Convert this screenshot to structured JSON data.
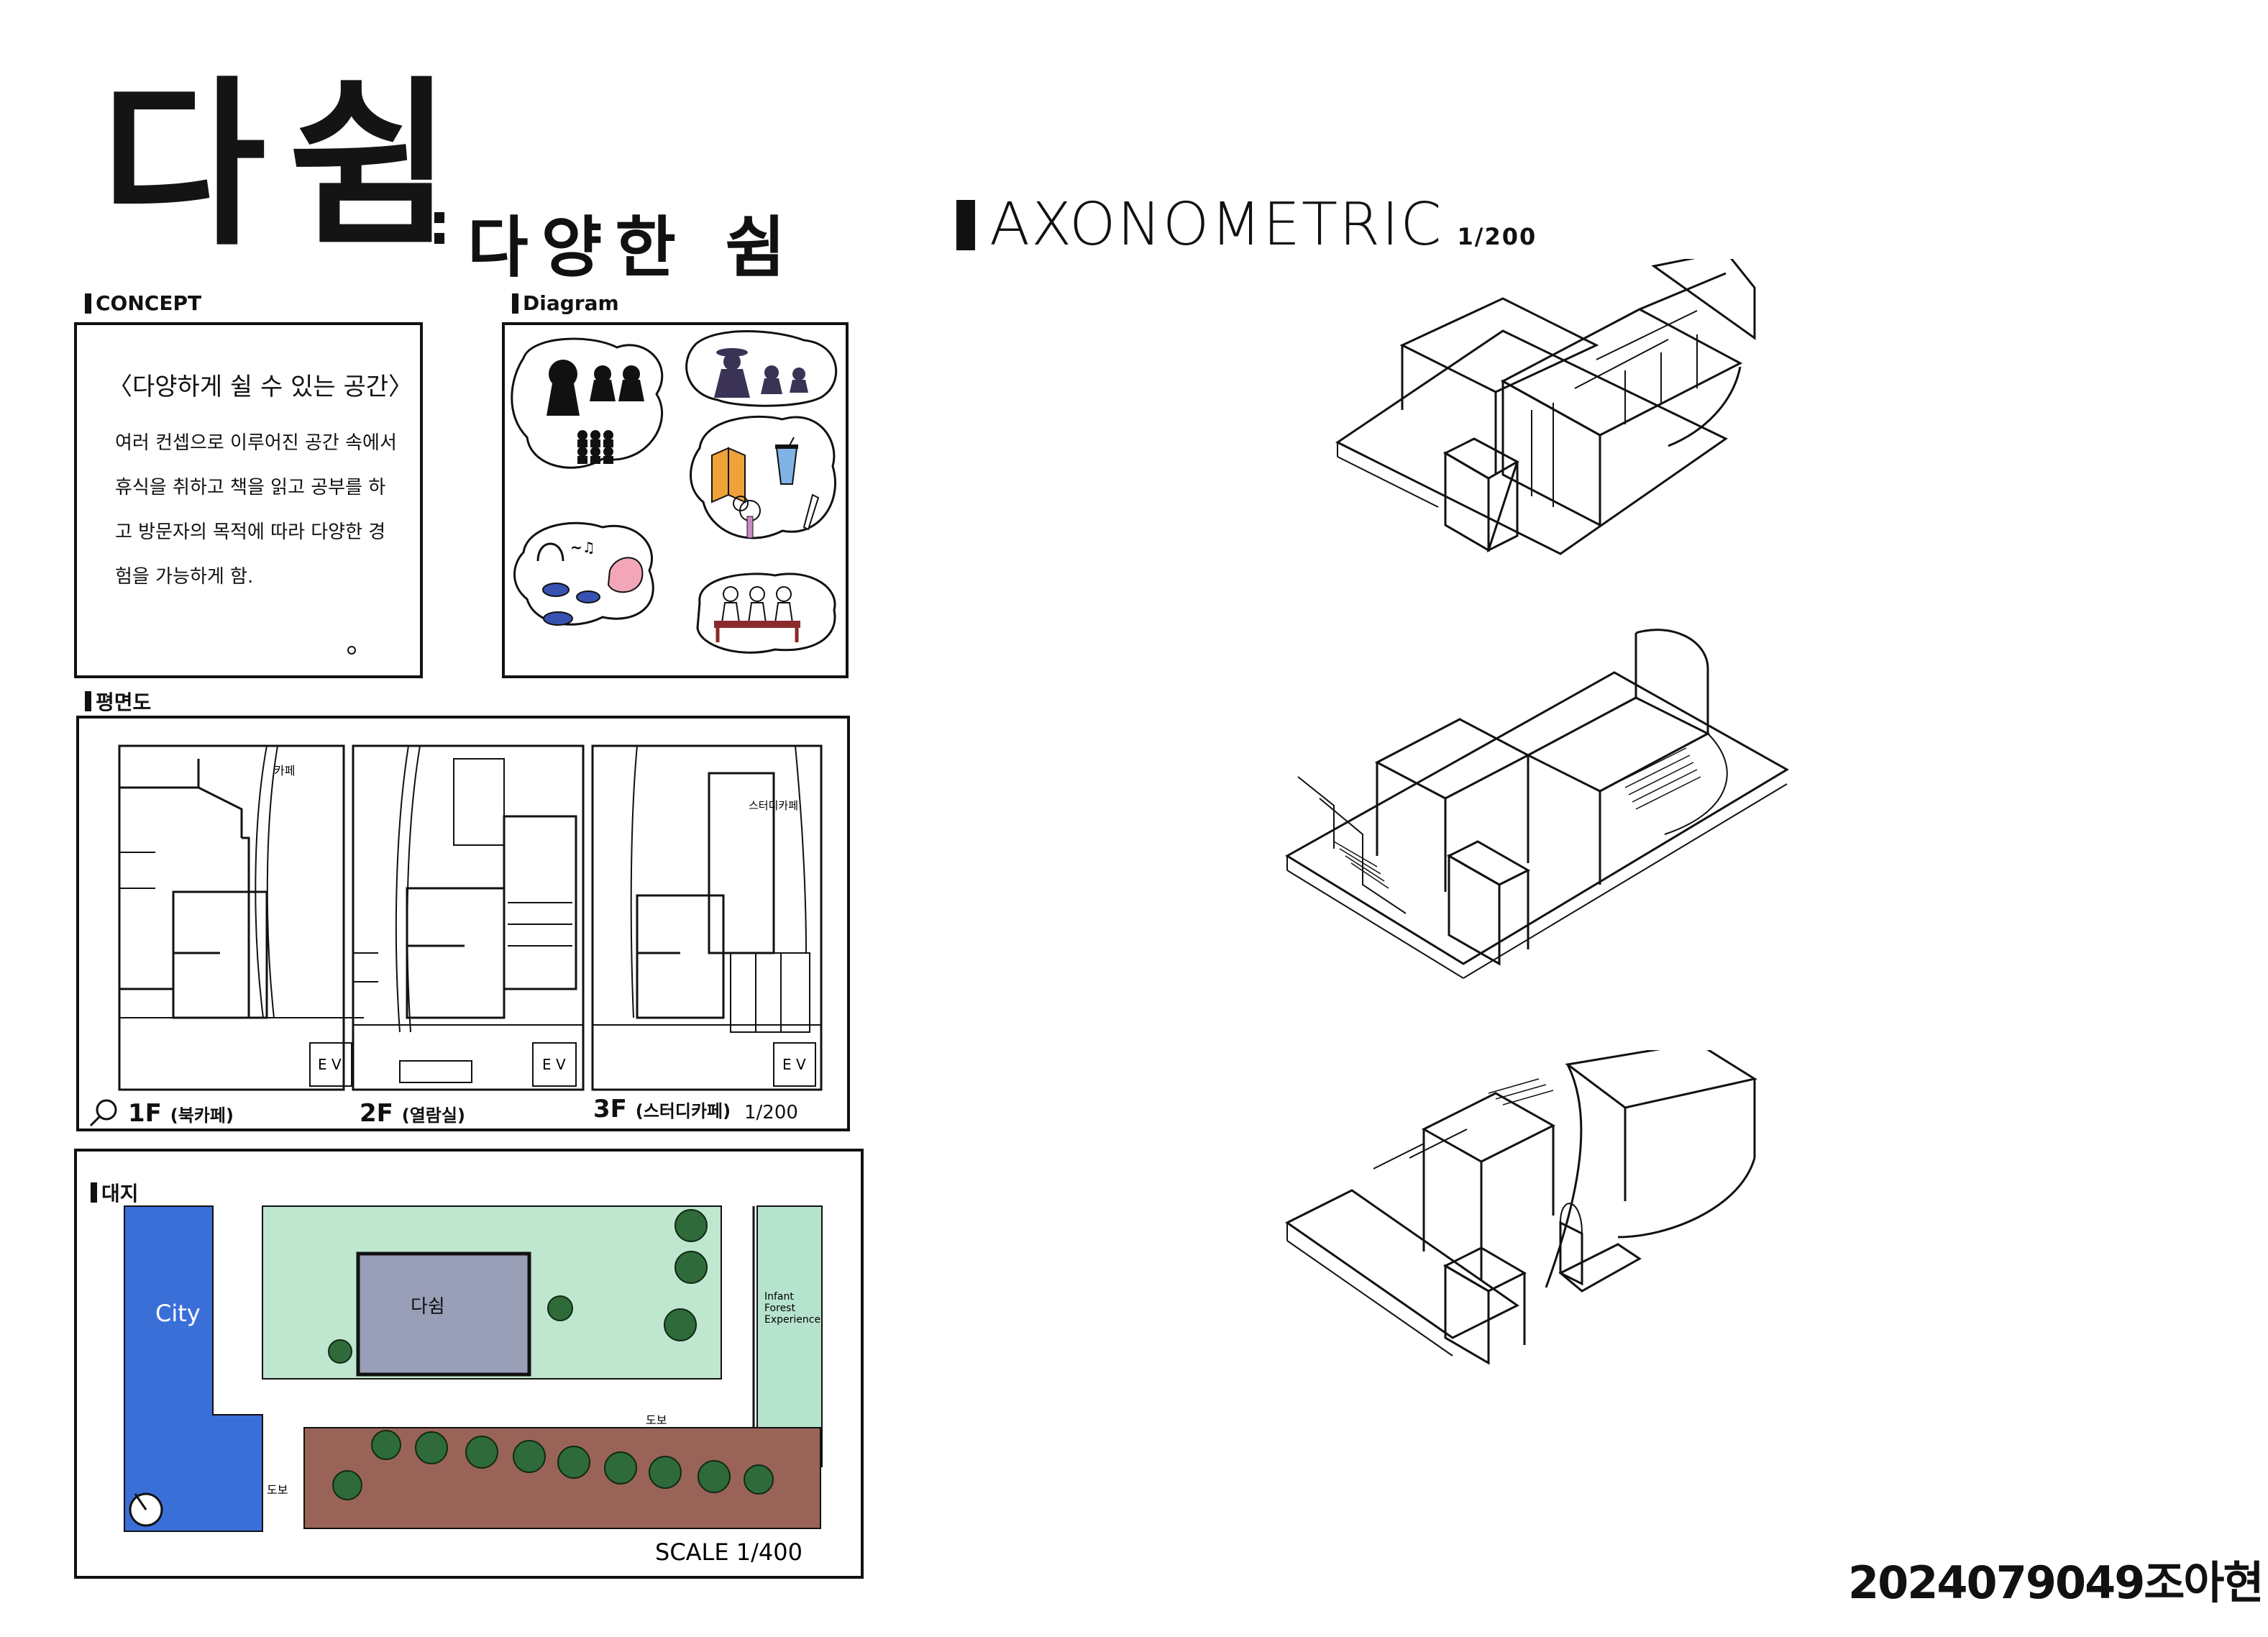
{
  "title": {
    "main": "다쉼",
    "colon": ":",
    "subtitle": "다양한 쉼"
  },
  "concept": {
    "label": "CONCEPT",
    "heading": "〈다양하게 쉴 수 있는 공간〉",
    "body": "여러 컨셉으로 이루어진 공간 속에서 휴식을 취하고 책을 읽고 공부를 하고 방문자의 목적에 따라 다양한 경험을 가능하게 함."
  },
  "diagram": {
    "label": "Diagram"
  },
  "floorplan": {
    "label": "평면도",
    "room_labels": [
      "카페",
      "스터디카페"
    ],
    "ev_label": "E V",
    "floors": [
      {
        "level": "1F",
        "name": "(북카페)"
      },
      {
        "level": "2F",
        "name": "(열람실)"
      },
      {
        "level": "3F",
        "name": "(스터디카페)"
      }
    ],
    "scale": "1/200"
  },
  "site": {
    "label": "대지",
    "building": "다쉼",
    "city": "City",
    "forest": [
      "Infant",
      "Forest",
      "Experience"
    ],
    "walk_top": "도보",
    "walk_left": "도보",
    "scale": "SCALE 1/400"
  },
  "axonometric": {
    "label": "AXONOMETRIC",
    "scale": "1/200"
  },
  "signature": "2024079049조아현",
  "colors": {
    "ink": "#111111",
    "city_blue": "#3b6fd8",
    "lawn_green": "#bfe6cf",
    "forest_green": "#b6e3cd",
    "path_brown": "#9a6358",
    "tree_green": "#2f6b3a",
    "building_gray": "#9a9fb8",
    "book_orange": "#f0a23a",
    "cloud_pink": "#f2a6b8"
  }
}
